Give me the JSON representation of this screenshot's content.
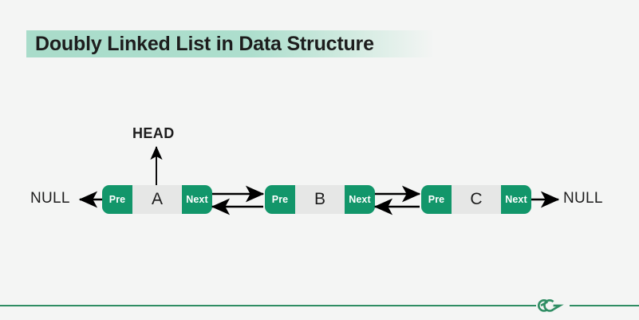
{
  "page": {
    "background_color": "#f4f5f4",
    "title": "Doubly Linked List in Data Structure",
    "title_highlight_color": "#a9dcca"
  },
  "diagram": {
    "type": "doubly-linked-list",
    "accent_green": "#12966a",
    "cell_gray": "#e6e7e6",
    "head_label": "HEAD",
    "terminator_left": "NULL",
    "terminator_right": "NULL",
    "nodes": [
      {
        "prev_label": "Pre",
        "value": "A",
        "next_label": "Next"
      },
      {
        "prev_label": "Pre",
        "value": "B",
        "next_label": "Next"
      },
      {
        "prev_label": "Pre",
        "value": "C",
        "next_label": "Next"
      }
    ],
    "links": [
      {
        "from": "NULL",
        "to": "A.Pre",
        "direction": "left"
      },
      {
        "from": "A.Next",
        "to": "B.Pre",
        "direction": "right"
      },
      {
        "from": "B.Pre",
        "to": "A.Next",
        "direction": "left"
      },
      {
        "from": "B.Next",
        "to": "C.Pre",
        "direction": "right"
      },
      {
        "from": "C.Pre",
        "to": "B.Next",
        "direction": "left"
      },
      {
        "from": "C.Next",
        "to": "NULL",
        "direction": "right"
      },
      {
        "from": "HEAD",
        "to": "A",
        "direction": "up"
      }
    ]
  },
  "footer": {
    "logo_name": "geeksforgeeks-logo",
    "rule_color": "#2f8d63"
  }
}
